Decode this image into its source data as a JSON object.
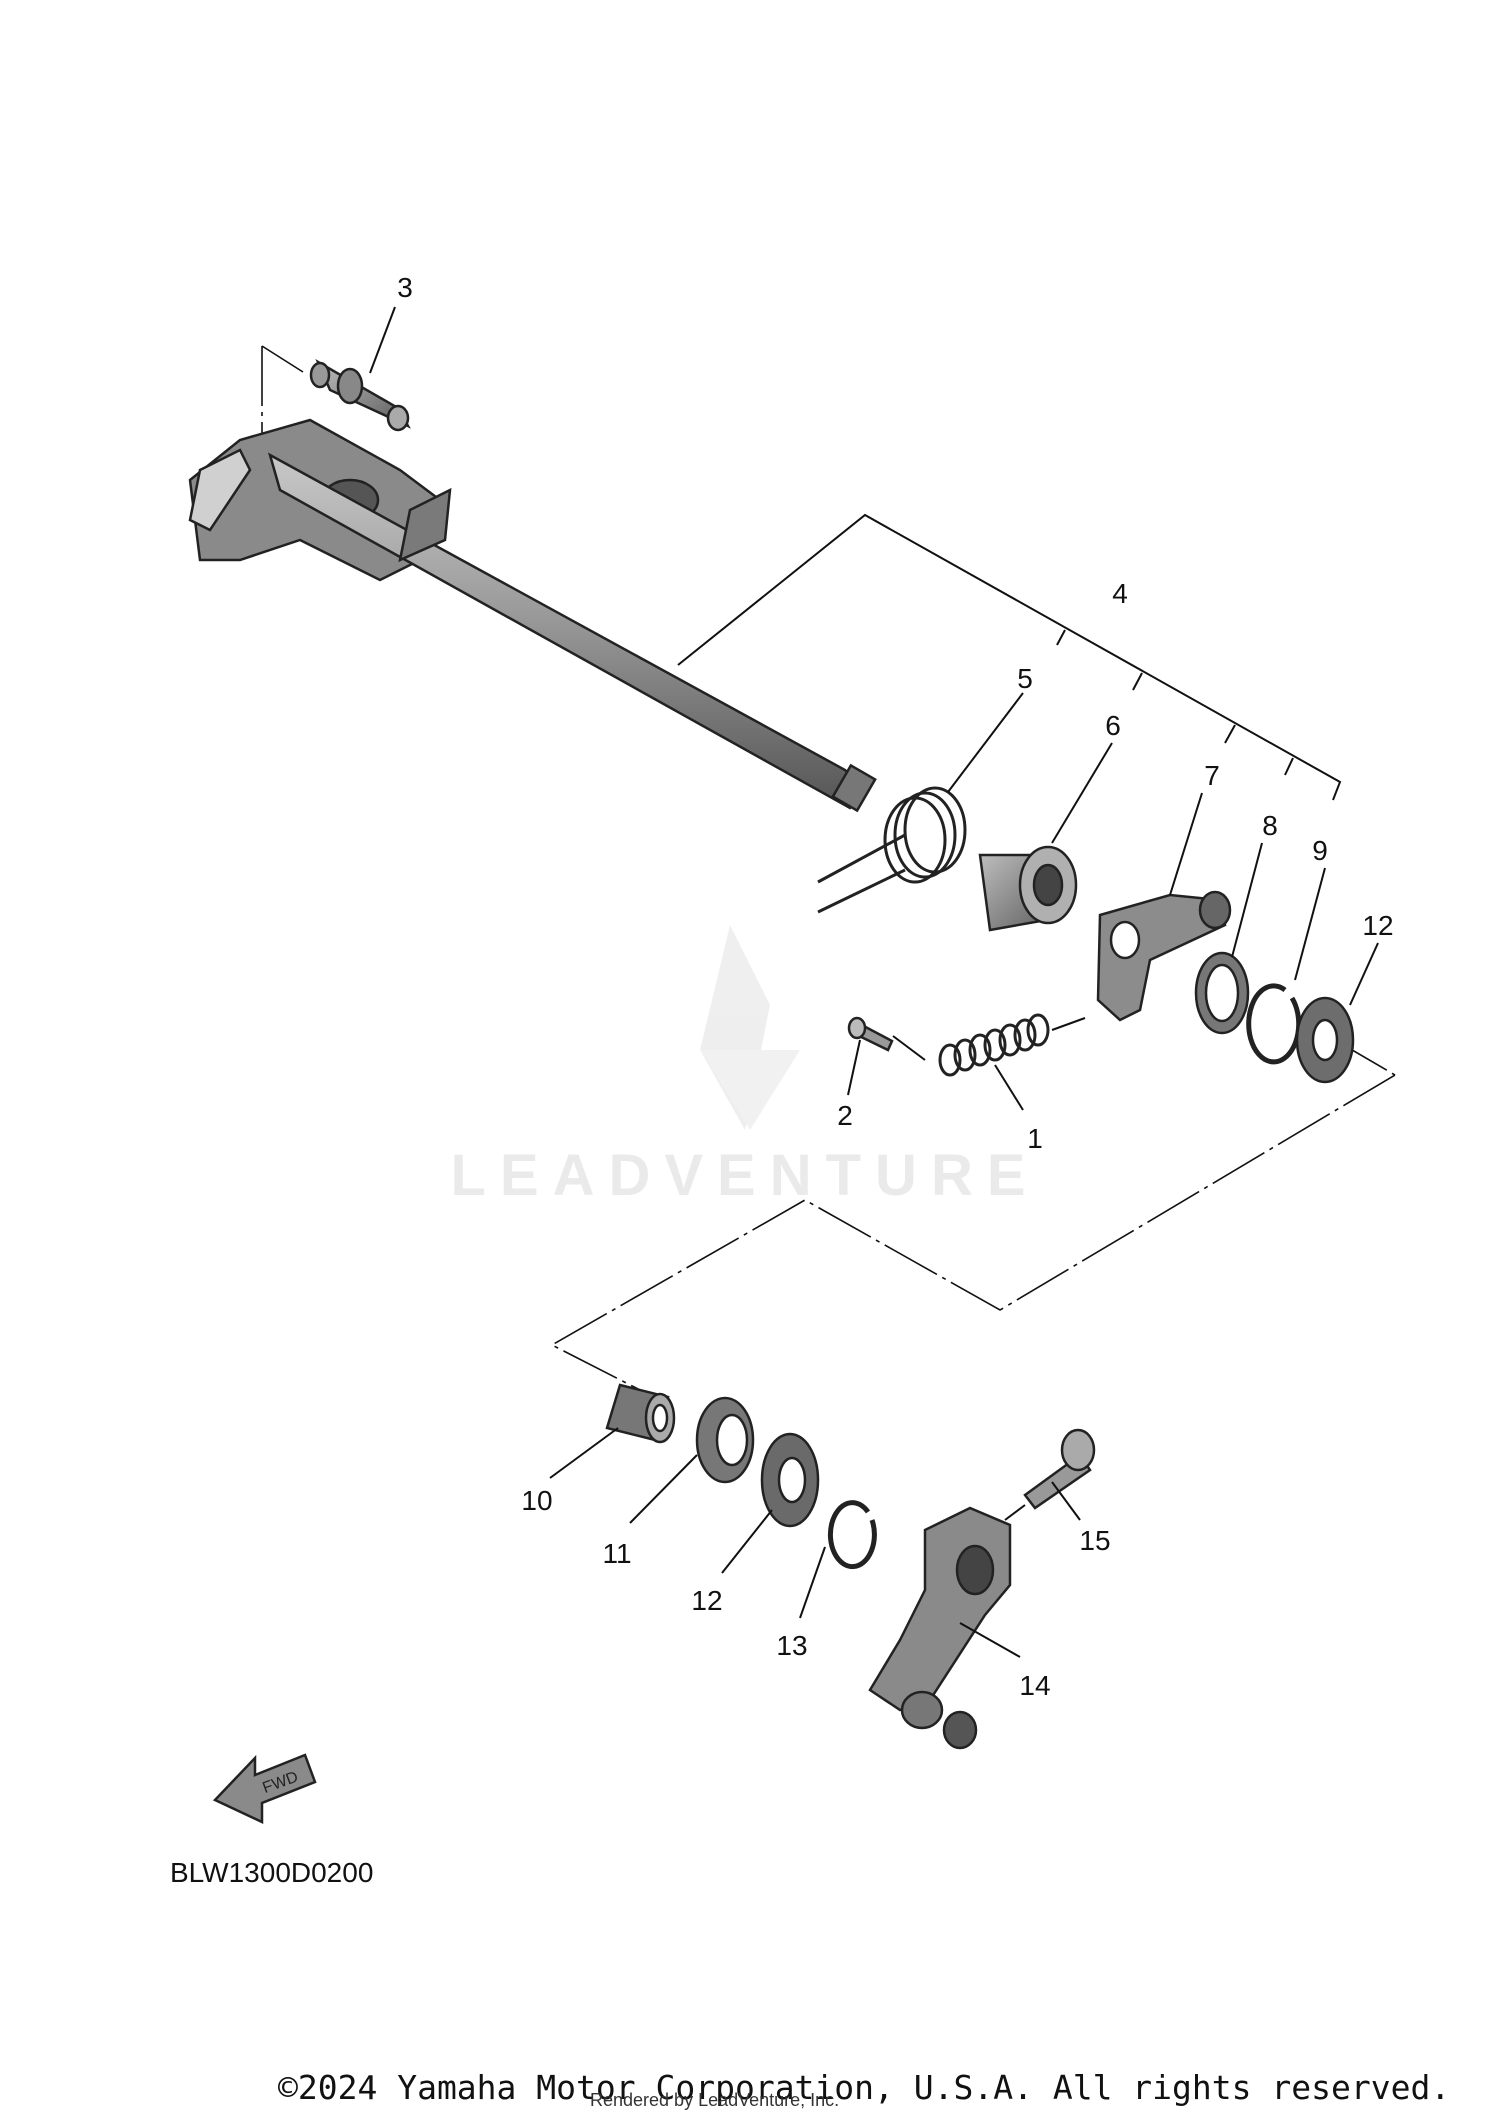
{
  "diagram": {
    "callouts": [
      "1",
      "2",
      "3",
      "4",
      "5",
      "6",
      "7",
      "8",
      "9",
      "10",
      "11",
      "12",
      "12",
      "13",
      "14",
      "15"
    ],
    "drawing_code": "BLW1300D0200",
    "direction_arrow_label": "FWD",
    "watermark": "LEADVENTURE",
    "copyright": "©2024 Yamaha Motor Corporation, U.S.A. All rights reserved.",
    "rendered_by": "Rendered by LeadVenture, Inc."
  }
}
